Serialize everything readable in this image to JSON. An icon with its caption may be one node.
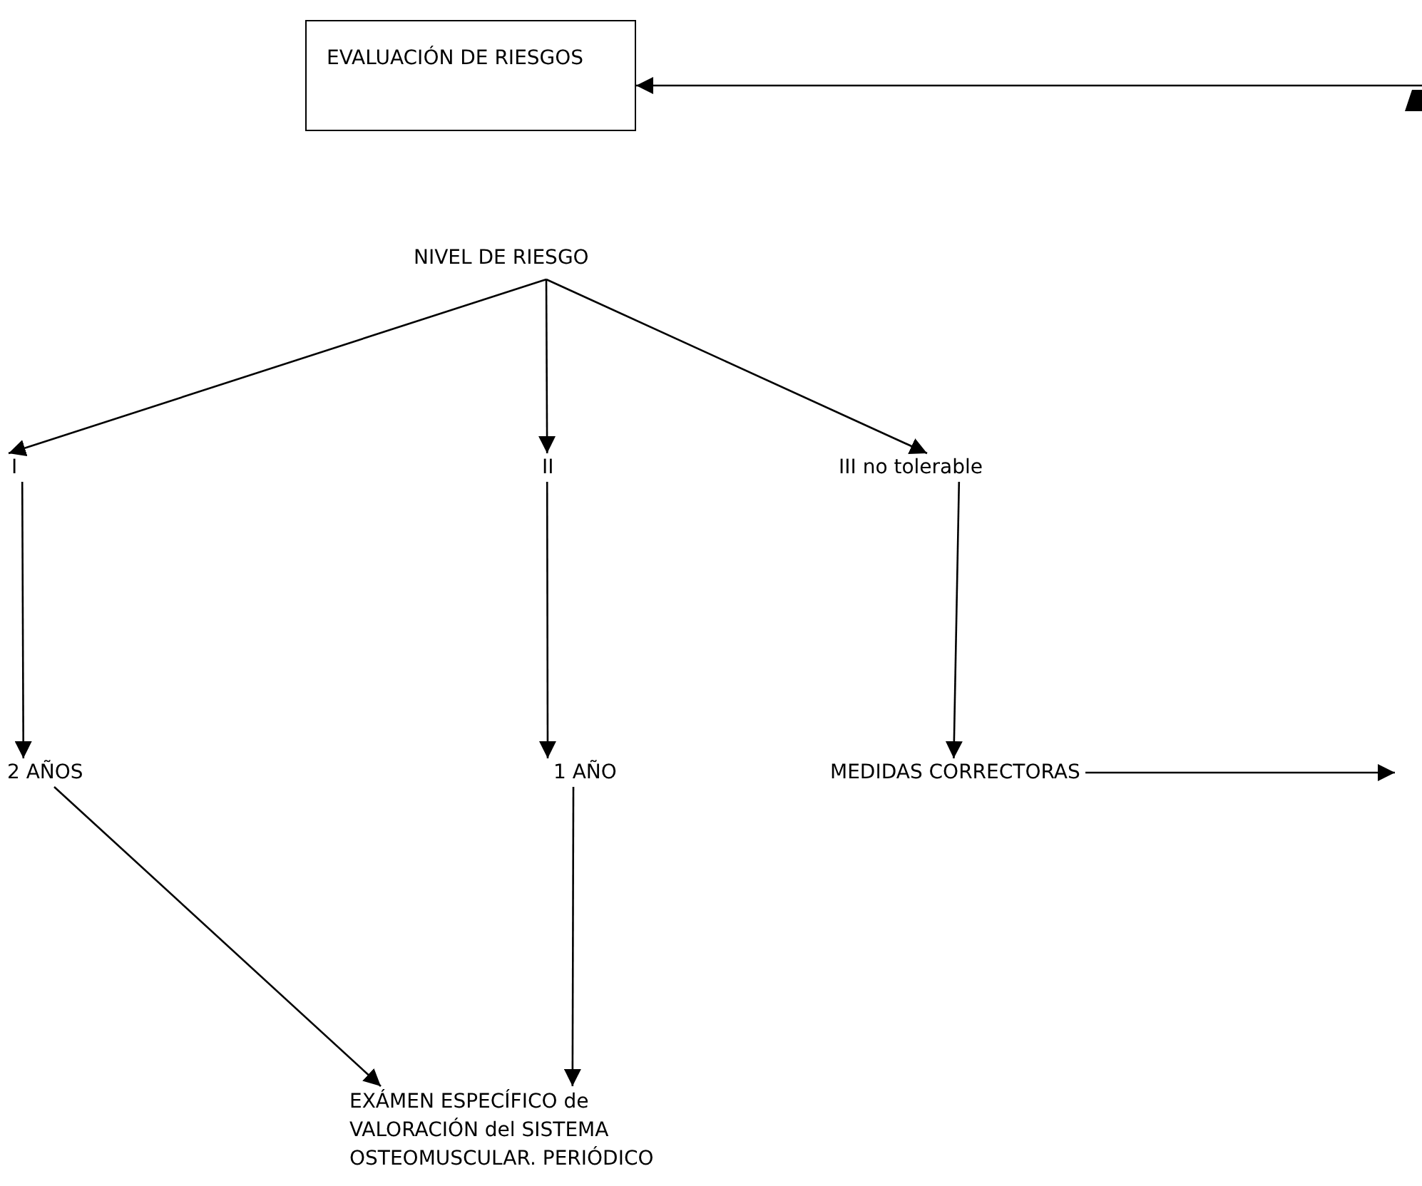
{
  "diagram": {
    "nodes": [
      {
        "text": [
          "EVALUACIÓN DE RIESGOS"
        ]
      },
      {
        "text": [
          "NIVEL DE RIESGO"
        ]
      },
      {
        "text": [
          "I"
        ]
      },
      {
        "text": [
          "II"
        ]
      },
      {
        "text": [
          "III no tolerable"
        ]
      },
      {
        "text": [
          "2 AÑOS"
        ]
      },
      {
        "text": [
          "1 AÑO"
        ]
      },
      {
        "text": [
          "MEDIDAS CORRECTORAS"
        ]
      },
      {
        "text": [
          "EXÁMEN ESPECÍFICO de VALORACIÓN del SISTEMA OSTEOMUSCULAR. PERIÓDICO"
        ]
      }
    ],
    "edges": [
      {
        "from": 1,
        "to": 2,
        "arrow": "to"
      },
      {
        "from": 1,
        "to": 3,
        "arrow": "to"
      },
      {
        "from": 1,
        "to": 4,
        "arrow": "to"
      },
      {
        "from": 2,
        "to": 5,
        "arrow": "to"
      },
      {
        "from": 3,
        "to": 6,
        "arrow": "to"
      },
      {
        "from": 4,
        "to": 7,
        "arrow": "to"
      },
      {
        "from": 7,
        "to": null,
        "arrow": "to"
      },
      {
        "from": 5,
        "to": 8,
        "arrow": "to"
      },
      {
        "from": 6,
        "to": 8,
        "arrow": "to"
      },
      {
        "from": null,
        "to": 0,
        "arrow": "to"
      }
    ]
  }
}
